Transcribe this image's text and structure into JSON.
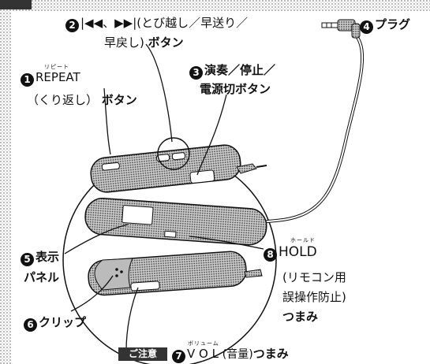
{
  "labels": {
    "skip": {
      "num": "2",
      "text": "|◀◀、▶▶|(とび越し／早送り／",
      "text2": "早戻し)",
      "bold": "ボタン"
    },
    "plug": {
      "num": "4",
      "text": "プラグ"
    },
    "repeat": {
      "num": "1",
      "text": "REPEAT",
      "ruby": "リピート",
      "text2": "（くり返し）",
      "bold": "ボタン"
    },
    "play": {
      "num": "3",
      "text": "演奏／停止／",
      "text2": "電源切ボタン"
    },
    "display": {
      "num": "5",
      "text": "表示",
      "text2": "パネル"
    },
    "hold": {
      "num": "8",
      "text": "HOLD",
      "ruby": "ホールド",
      "text2": "(リモコン用",
      "text3": "誤操作防止)",
      "bold": "つまみ"
    },
    "clip": {
      "num": "6",
      "text": "クリップ"
    },
    "vol": {
      "num": "7",
      "text": "V O L",
      "ruby": "ボリューム",
      "paren": "(音量)",
      "bold": "つまみ"
    }
  },
  "note_badge": "ご注意"
}
